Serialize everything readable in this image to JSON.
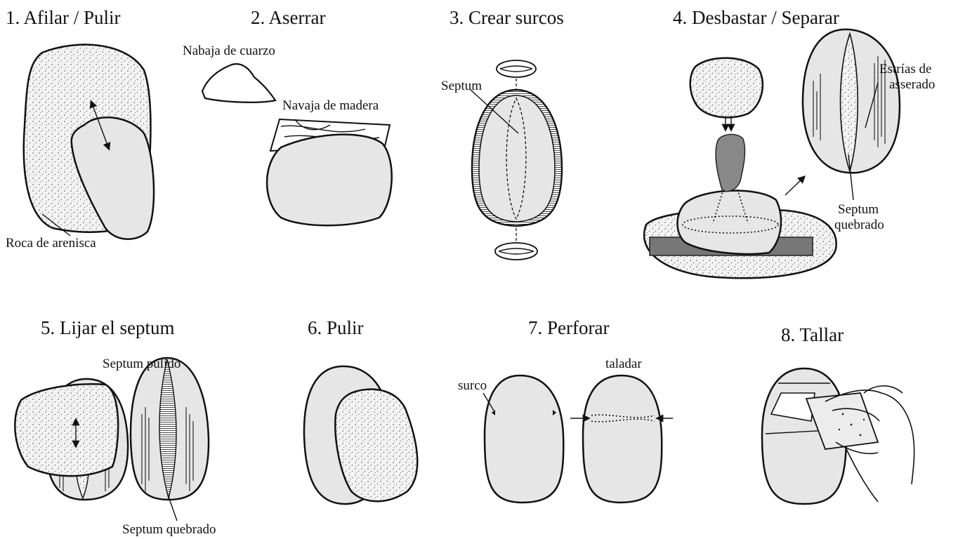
{
  "steps": [
    {
      "title": "1. Afilar / Pulir"
    },
    {
      "title": "2. Aserrar"
    },
    {
      "title": "3. Crear surcos"
    },
    {
      "title": "4. Desbastar / Separar"
    },
    {
      "title": "5. Lijar el septum"
    },
    {
      "title": "6. Pulir"
    },
    {
      "title": "7. Perforar"
    },
    {
      "title": "8. Tallar"
    }
  ],
  "labels": {
    "roca_arenisca": "Roca de arenisca",
    "nabaja_cuarzo": "Nabaja de cuarzo",
    "navaja_madera": "Navaja de madera",
    "septum": "Septum",
    "estrias_1": "Estrías de",
    "estrias_2": "asserado",
    "septum_quebrado_1": "Septum",
    "septum_quebrado_2": "quebrado",
    "septum_pulido": "Septum pulido",
    "septum_quebrado_bottom": "Septum quebrado",
    "surco": "surco",
    "taladar": "taladar"
  }
}
